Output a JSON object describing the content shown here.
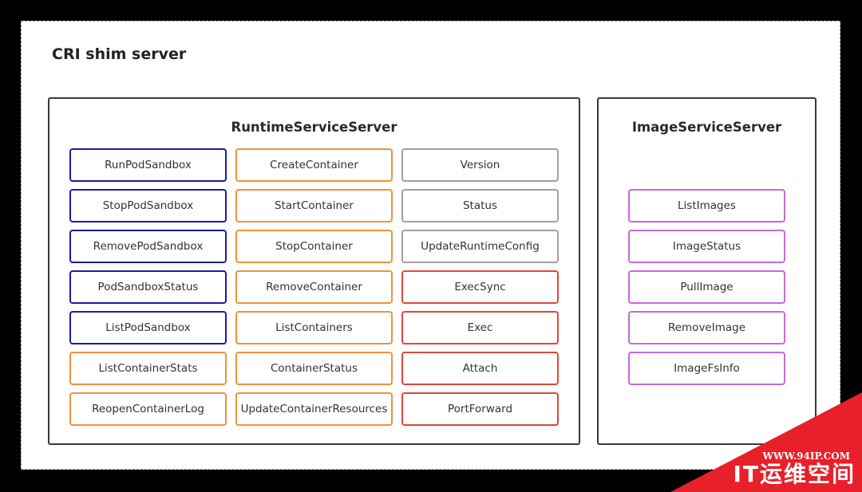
{
  "title": "CRI shim server",
  "runtime_service": {
    "title": "RuntimeServiceServer",
    "columns": [
      [
        {
          "label": "RunPodSandbox",
          "color": "#1a1aa8"
        },
        {
          "label": "StopPodSandbox",
          "color": "#1a1aa8"
        },
        {
          "label": "RemovePodSandbox",
          "color": "#1a1aa8"
        },
        {
          "label": "PodSandboxStatus",
          "color": "#1a1aa8"
        },
        {
          "label": "ListPodSandbox",
          "color": "#1a1aa8"
        },
        {
          "label": "ListContainerStats",
          "color": "#f0923a"
        },
        {
          "label": "ReopenContainerLog",
          "color": "#f0923a"
        }
      ],
      [
        {
          "label": "CreateContainer",
          "color": "#f0923a"
        },
        {
          "label": "StartContainer",
          "color": "#f0923a"
        },
        {
          "label": "StopContainer",
          "color": "#f0923a"
        },
        {
          "label": "RemoveContainer",
          "color": "#f0923a"
        },
        {
          "label": "ListContainers",
          "color": "#f0923a"
        },
        {
          "label": "ContainerStatus",
          "color": "#f0923a"
        },
        {
          "label": "UpdateContainerResources",
          "color": "#f0923a"
        }
      ],
      [
        {
          "label": "Version",
          "color": "#a0a0a0"
        },
        {
          "label": "Status",
          "color": "#a0a0a0"
        },
        {
          "label": "UpdateRuntimeConfig",
          "color": "#a0a0a0"
        },
        {
          "label": "ExecSync",
          "color": "#e0473a"
        },
        {
          "label": "Exec",
          "color": "#e0473a"
        },
        {
          "label": "Attach",
          "color": "#e0473a"
        },
        {
          "label": "PortForward",
          "color": "#e0473a"
        }
      ]
    ]
  },
  "image_service": {
    "title": "ImageServiceServer",
    "items": [
      {
        "label": "ListImages",
        "color": "#c66ad8"
      },
      {
        "label": "ImageStatus",
        "color": "#c66ad8"
      },
      {
        "label": "PullImage",
        "color": "#c66ad8"
      },
      {
        "label": "RemoveImage",
        "color": "#c66ad8"
      },
      {
        "label": "ImageFsInfo",
        "color": "#c66ad8"
      }
    ]
  },
  "watermark": {
    "url": "WWW.94IP.COM",
    "name": "IT运维空间"
  }
}
